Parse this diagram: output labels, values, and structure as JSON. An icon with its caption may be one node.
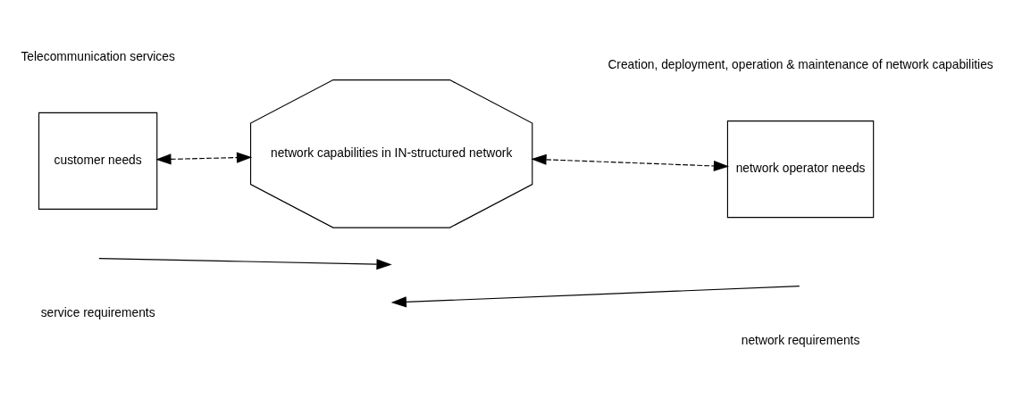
{
  "diagram": {
    "nodes": [
      {
        "text": [
          "customer needs"
        ]
      },
      {
        "text": [
          "network capabilities in IN-structured network"
        ]
      },
      {
        "text": [
          "network operator needs"
        ]
      }
    ],
    "edges": [
      {
        "from": 0,
        "to": 1,
        "arrow": "both",
        "style": "dashed"
      },
      {
        "from": 2,
        "to": 1,
        "arrow": "both",
        "style": "dashed"
      }
    ],
    "labels": [
      "Telecommunication services",
      "Creation, deployment, operation & maintenance of network capabilities",
      "service requirements",
      "network requirements"
    ]
  }
}
